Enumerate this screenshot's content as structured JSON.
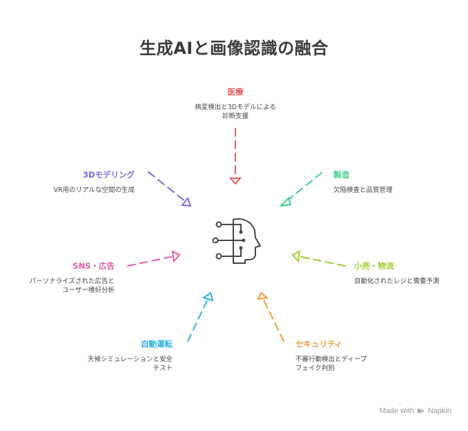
{
  "title": "生成AIと画像認識の融合",
  "center_icon": "ai-head-circuit-icon",
  "nodes": {
    "medical": {
      "label": "医療",
      "desc1": "病変検出と3Dモデルによる",
      "desc2": "診断支援",
      "color": "#e05c5c"
    },
    "manufacturing": {
      "label": "製造",
      "desc1": "欠陥検査と品質管理",
      "color": "#3ecf8e"
    },
    "retail": {
      "label": "小売・物流",
      "desc1": "自動化されたレジと需要予測",
      "color": "#9ccc2e"
    },
    "security": {
      "label": "セキュリティ",
      "desc1": "不審行動検出とディープ",
      "desc2": "フェイク判別",
      "color": "#f0993a"
    },
    "driving": {
      "label": "自動運転",
      "desc1": "天候シミュレーションと安全",
      "desc2": "テスト",
      "color": "#2bb3e6"
    },
    "sns": {
      "label": "SNS・広告",
      "desc1": "パーソナライズされた広告と",
      "desc2": "ユーザー嗜好分析",
      "color": "#e35aa6"
    },
    "modeling": {
      "label": "3Dモデリング",
      "desc1": "VR用のリアルな空間の生成",
      "color": "#7b68e0"
    }
  },
  "footer": {
    "text": "Made with",
    "brand": "Napkin",
    "icon": "napkin-logo-icon"
  }
}
